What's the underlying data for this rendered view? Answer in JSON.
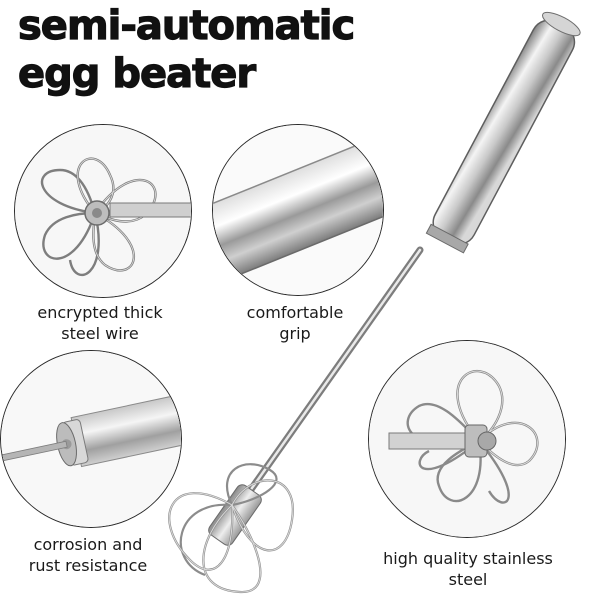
{
  "title": {
    "line1": "semi-automatic",
    "line2": "egg beater"
  },
  "features": [
    {
      "line1": "encrypted thick",
      "line2": "steel wire"
    },
    {
      "line1": "comfortable",
      "line2": "grip"
    },
    {
      "line1": "corrosion and",
      "line2": "rust resistance"
    },
    {
      "line1": "high quality stainless",
      "line2": "steel"
    }
  ],
  "colors": {
    "text": "#111111",
    "steel_light": "#f2f2f2",
    "steel_mid": "#b8b8b8",
    "steel_dark": "#6a6a6a"
  }
}
